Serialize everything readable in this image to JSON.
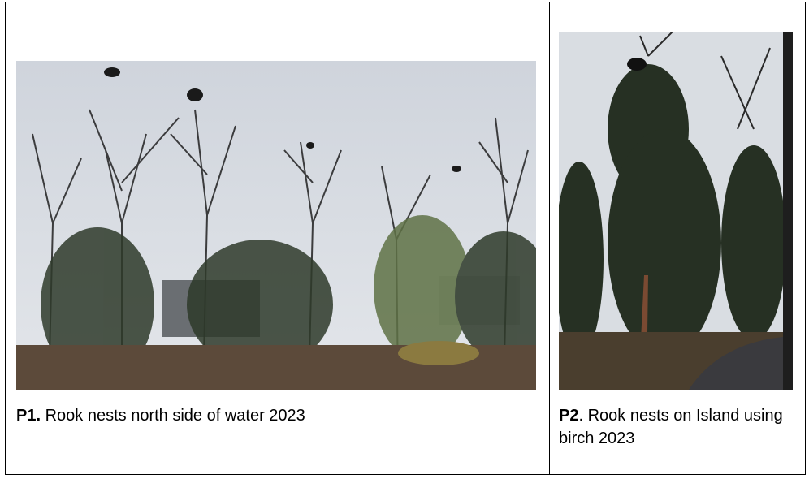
{
  "photos": [
    {
      "label": "P1.",
      "caption": "Rook nests north side of water 2023",
      "colors": {
        "sky": "#d4d9e1",
        "trees": "#2b2b2c",
        "ivy": "#2e3a2a",
        "ground": "#5c4a3a",
        "building": "#bfc3c5"
      }
    },
    {
      "label": "P2",
      "caption": ". Rook nests on Island using birch 2023",
      "colors": {
        "sky": "#d9dde2",
        "trees": "#263023",
        "path": "#3a3a3e",
        "ground": "#4a3e2e"
      }
    }
  ]
}
